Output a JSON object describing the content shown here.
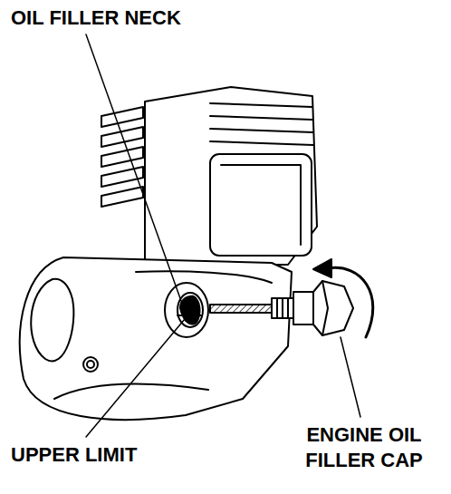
{
  "diagram": {
    "labels": [
      "OIL FILLER NECK",
      "UPPER LIMIT",
      "ENGINE OIL FILLER CAP"
    ]
  }
}
